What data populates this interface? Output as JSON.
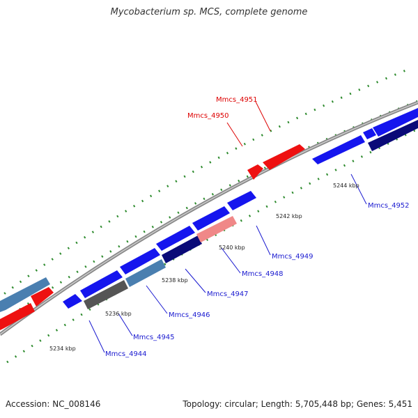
{
  "title": "Mycobacterium sp. MCS, complete genome",
  "footer": {
    "accession": "Accession: NC_008146",
    "summary": "Topology: circular; Length: 5,705,448 bp; Genes: 5,451"
  },
  "colors": {
    "backbone": "#888888",
    "tick": "#2e8b2e",
    "forward_gene": "#1515ee",
    "reverse_gene": "#0a0a78",
    "highlight_gene": "#ee1111",
    "steel_gene": "#4a7fb0",
    "pseudo_gene": "#555555",
    "pink_gene": "#f08888",
    "label_blue": "#1a1ad0",
    "label_red": "#dd0000"
  },
  "scale_labels": [
    "5234 kbp",
    "5236 kbp",
    "5238 kbp",
    "5240 kbp",
    "5242 kbp",
    "5244 kbp"
  ],
  "gene_labels": [
    {
      "text": "Mmcs_4944",
      "color": "blue"
    },
    {
      "text": "Mmcs_4945",
      "color": "blue"
    },
    {
      "text": "Mmcs_4946",
      "color": "blue"
    },
    {
      "text": "Mmcs_4947",
      "color": "blue"
    },
    {
      "text": "Mmcs_4948",
      "color": "blue"
    },
    {
      "text": "Mmcs_4949",
      "color": "blue"
    },
    {
      "text": "Mmcs_4950",
      "color": "red"
    },
    {
      "text": "Mmcs_4951",
      "color": "red"
    },
    {
      "text": "Mmcs_4952",
      "color": "blue"
    }
  ]
}
